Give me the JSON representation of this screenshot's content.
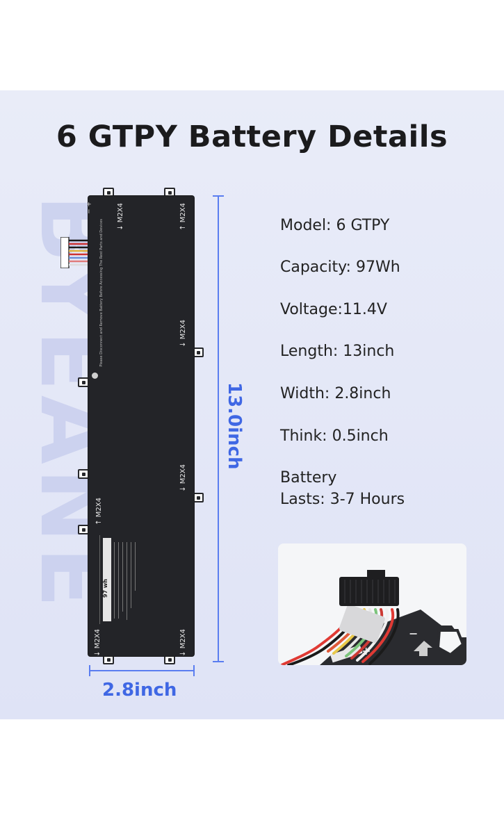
{
  "title": "6 GTPY Battery Details",
  "watermark": "BYEANE",
  "battery": {
    "screw_label": "M2X4",
    "polarity": "+ −",
    "warning_text": "Please Disconnect and Remove Battery Before Accessing The Rest Parts and Devices",
    "capacity_label": "97 wh"
  },
  "dimensions": {
    "length_label": "13.0inch",
    "width_label": "2.8inch"
  },
  "specs": {
    "model": "Model: 6 GTPY",
    "capacity": "Capacity: 97Wh",
    "voltage": "Voltage:11.4V",
    "length": "Length: 13inch",
    "width": "Width: 2.8inch",
    "think": "Think: 0.5inch",
    "battery_line1": "Battery",
    "battery_line2": "Lasts: 3-7 Hours"
  },
  "colors": {
    "accent": "#3f67e4",
    "panel": "#e4e7f7",
    "battery_body": "#232428"
  }
}
